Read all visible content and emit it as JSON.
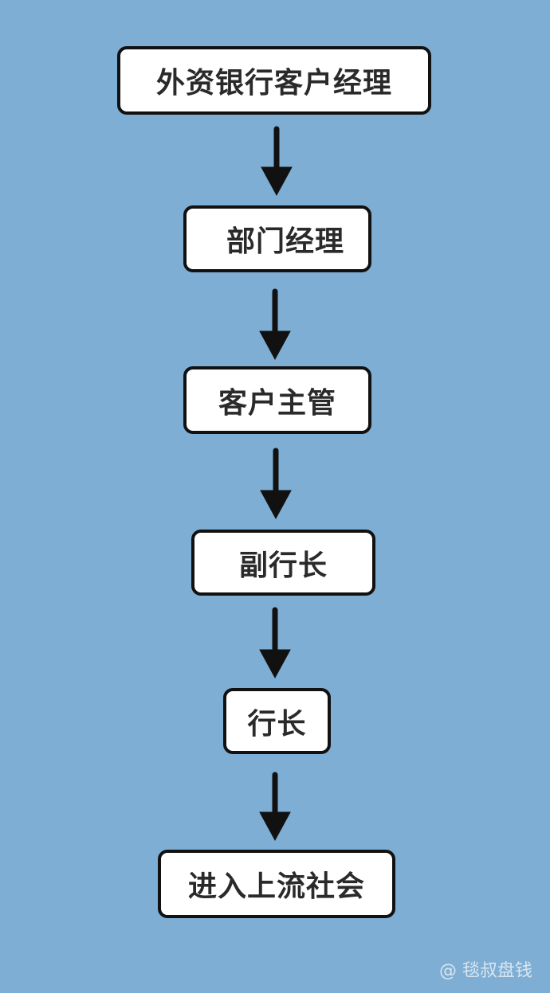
{
  "flow": {
    "steps": [
      "外资银行客户经理",
      "部门经理",
      "客户主管",
      "副行长",
      "行长",
      "进入上流社会"
    ]
  },
  "watermark": "@ 毯叔盘钱",
  "colors": {
    "background": "#7eaed3",
    "box_fill": "#ffffff",
    "box_border": "#111111",
    "text": "#2a2a2a",
    "arrow": "#111111",
    "watermark": "#d8e6f0"
  }
}
